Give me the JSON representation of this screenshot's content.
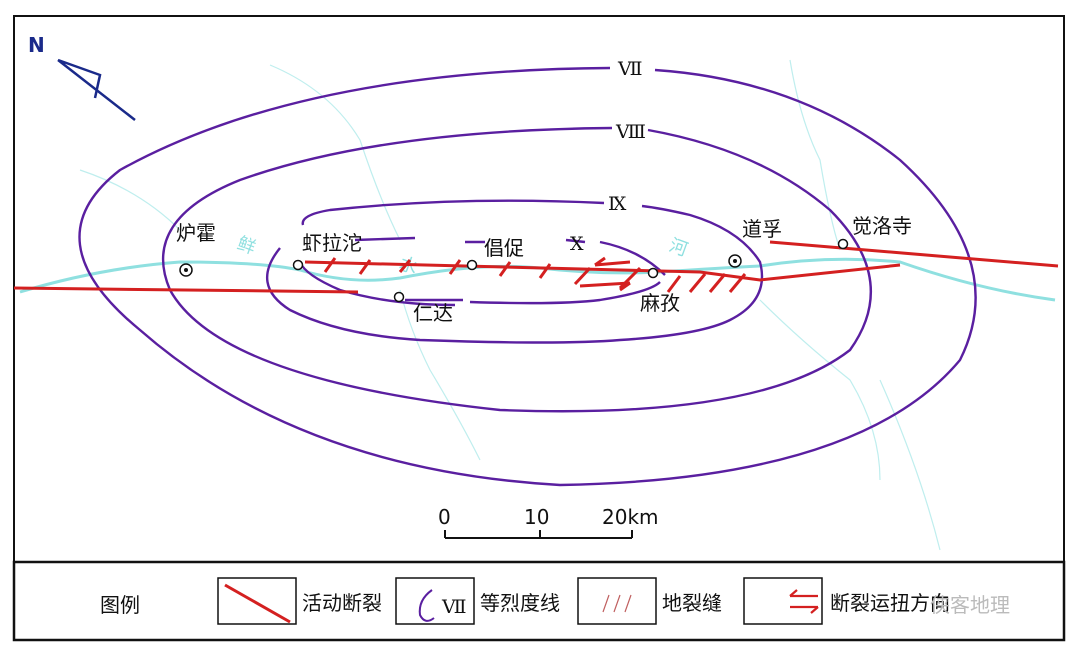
{
  "north_label": "N",
  "isoseismals": [
    "Ⅶ",
    "Ⅷ",
    "Ⅸ",
    "Ⅹ"
  ],
  "places": {
    "luhuo": "炉霍",
    "xialatuo": "虾拉沱",
    "renda": "仁达",
    "changcu": "倡促",
    "mazi": "麻孜",
    "daofu": "道孚",
    "jueluosi": "觉洛寺"
  },
  "river": [
    "鲜",
    "水",
    "河"
  ],
  "scale": {
    "ticks": [
      "0",
      "10",
      "20km"
    ]
  },
  "legend": {
    "title": "图例",
    "items": [
      "活动断裂",
      "等烈度线",
      "地裂缝",
      "断裂运扭方向"
    ],
    "iso_sample": "Ⅶ"
  },
  "watermark": "侠客地理",
  "colors": {
    "fault": "#d42020",
    "iso": "#5a1fa0",
    "river": "#8fe0e0",
    "north": "#1a2a8a"
  }
}
